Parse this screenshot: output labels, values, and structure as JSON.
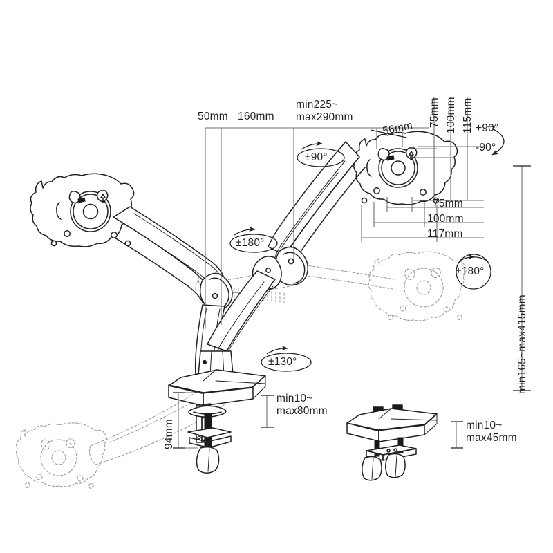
{
  "diagram": {
    "title": "Dual monitor gas-spring desk mount dimension drawing",
    "line_color": "#231f20",
    "ghost_color": "#9a9a9a",
    "text_color": "#231f20"
  },
  "dimensions": {
    "reach_50": "50mm",
    "reach_160": "160mm",
    "height_range_arm": "min225~\nmax290mm",
    "head_depth_56": "56mm",
    "vesa_v_75": "75mm",
    "vesa_v_100": "100mm",
    "vesa_v_115": "115mm",
    "vesa_h_75": "75mm",
    "vesa_h_100": "100mm",
    "vesa_h_117": "117mm",
    "column_height_94": "94mm",
    "total_height_range": "min165~max415mm"
  },
  "rotations": {
    "tilt_plus_90": "+90°",
    "tilt_minus_90": "-90°",
    "head_swivel_90": "±90°",
    "arm_rotate_180": "±180°",
    "base_rotate_130": "±130°",
    "head_rotate_180": "±180°"
  },
  "mounts": {
    "clamp_thickness": "min10~\nmax80mm",
    "grommet_thickness": "min10~\nmax45mm"
  }
}
